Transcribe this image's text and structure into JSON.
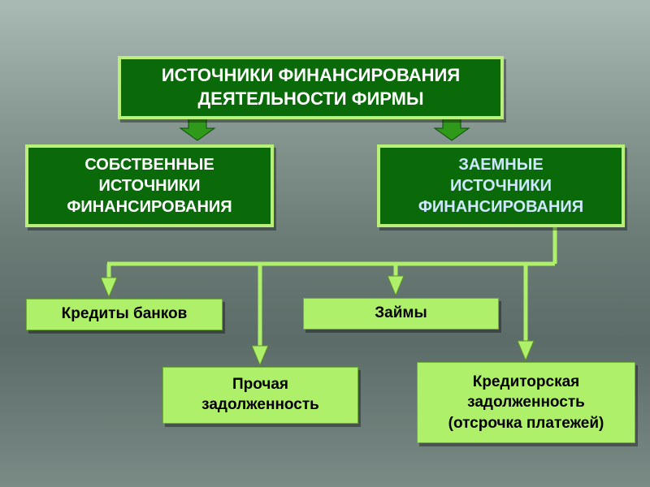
{
  "diagram": {
    "title": "ИСТОЧНИКИ ФИНАНСИРОВАНИЯ\nДЕЯТЕЛЬНОСТИ   ФИРМЫ",
    "own_sources": "СОБСТВЕННЫЕ\nИСТОЧНИКИ\nФИНАНСИРОВАНИЯ",
    "borrowed_sources": "ЗАЕМНЫЕ\nИСТОЧНИКИ\nФИНАНСИРОВАНИЯ",
    "bank_loans": "Кредиты банков",
    "loans": "Займы",
    "other_debt": "Прочая\nзадолженность",
    "accounts_payable": "Кредиторская\nзадолженность\n(отсрочка платежей)"
  },
  "colors": {
    "dark_box": "#0a6a0a",
    "dark_border": "#b8f07a",
    "light_box": "#aef06a",
    "connector": "#aef06a",
    "arrow_block": "#2f9a1a"
  }
}
